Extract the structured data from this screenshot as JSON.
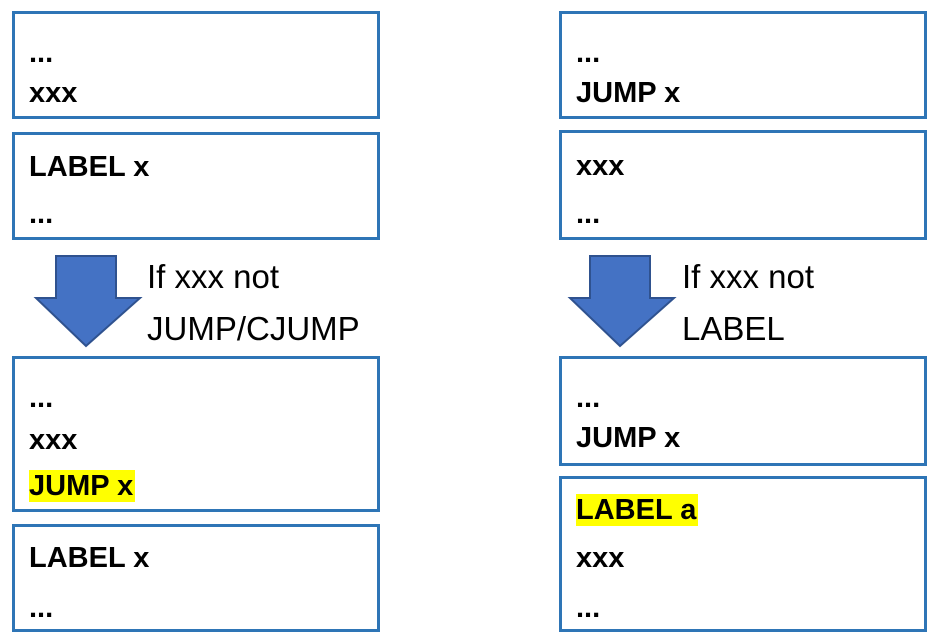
{
  "colors": {
    "box_border": "#2e75b6",
    "arrow_fill": "#4472c4",
    "arrow_stroke": "#2f528f",
    "highlight": "#ffff00"
  },
  "left": {
    "before": {
      "block1": [
        "...",
        "xxx"
      ],
      "block2": [
        "LABEL x",
        "..."
      ]
    },
    "condition": [
      "If xxx not",
      "JUMP/CJUMP"
    ],
    "after": {
      "block1": [
        "...",
        "xxx",
        "JUMP x"
      ],
      "block2": [
        "LABEL x",
        "..."
      ]
    }
  },
  "right": {
    "before": {
      "block1": [
        "...",
        "JUMP x"
      ],
      "block2": [
        "xxx",
        "..."
      ]
    },
    "condition": [
      "If xxx not",
      "LABEL"
    ],
    "after": {
      "block1": [
        "...",
        "JUMP x"
      ],
      "block2": [
        "LABEL a",
        "xxx",
        "..."
      ]
    }
  }
}
